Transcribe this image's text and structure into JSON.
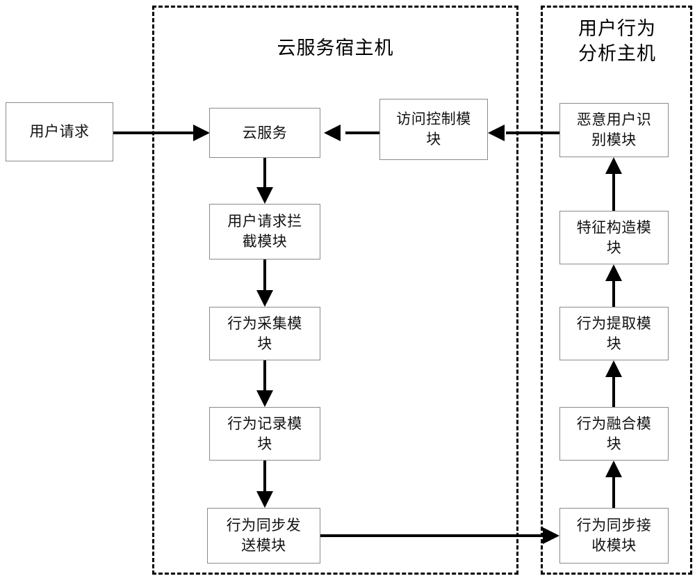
{
  "diagram": {
    "type": "block-diagram",
    "containers": [
      {
        "id": "cloud-host",
        "title": "云服务宿主机",
        "style": "dashed"
      },
      {
        "id": "analysis-host",
        "title": "用户行为\n分析主机",
        "style": "dashed"
      }
    ],
    "nodes": {
      "user_request": "用户请求",
      "cloud_service": "云服务",
      "access_control": "访问控制模\n块",
      "malicious_user_id": "恶意用户识\n别模块",
      "request_intercept": "用户请求拦\n截模块",
      "behavior_collect": "行为采集模\n块",
      "behavior_record": "行为记录模\n块",
      "behavior_send": "行为同步发\n送模块",
      "feature_construct": "特征构造模\n块",
      "behavior_extract": "行为提取模\n块",
      "behavior_fusion": "行为融合模\n块",
      "behavior_receive": "行为同步接\n收模块"
    },
    "colors": {
      "box_border": "#8a8a8a",
      "container_border": "#000000",
      "arrow": "#000000",
      "background": "#ffffff"
    },
    "edges": [
      {
        "from": "user_request",
        "to": "cloud_service",
        "direction": "right"
      },
      {
        "from": "access_control",
        "to": "cloud_service",
        "direction": "left"
      },
      {
        "from": "malicious_user_id",
        "to": "access_control",
        "direction": "left"
      },
      {
        "from": "cloud_service",
        "to": "request_intercept",
        "direction": "down"
      },
      {
        "from": "request_intercept",
        "to": "behavior_collect",
        "direction": "down"
      },
      {
        "from": "behavior_collect",
        "to": "behavior_record",
        "direction": "down"
      },
      {
        "from": "behavior_record",
        "to": "behavior_send",
        "direction": "down"
      },
      {
        "from": "behavior_send",
        "to": "behavior_receive",
        "direction": "right"
      },
      {
        "from": "behavior_receive",
        "to": "behavior_fusion",
        "direction": "up"
      },
      {
        "from": "behavior_fusion",
        "to": "behavior_extract",
        "direction": "up"
      },
      {
        "from": "behavior_extract",
        "to": "feature_construct",
        "direction": "up"
      },
      {
        "from": "feature_construct",
        "to": "malicious_user_id",
        "direction": "up"
      }
    ]
  }
}
